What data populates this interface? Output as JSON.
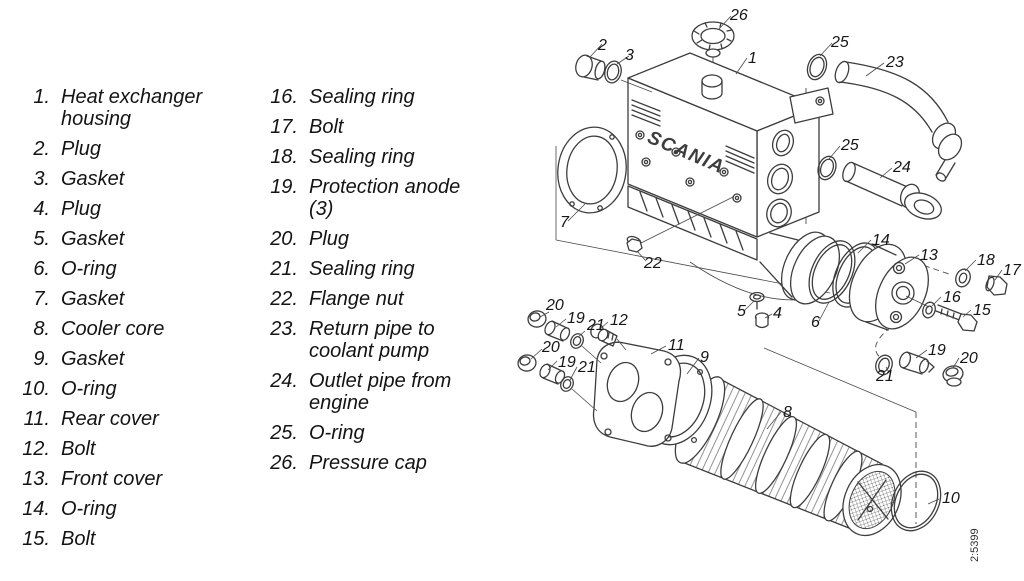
{
  "figure": {
    "brand": "SCANIA",
    "drawing_number": "2:5399"
  },
  "parts": {
    "col1": [
      {
        "n": "1.",
        "t": "Heat exchanger housing"
      },
      {
        "n": "2.",
        "t": "Plug"
      },
      {
        "n": "3.",
        "t": "Gasket"
      },
      {
        "n": "4.",
        "t": "Plug"
      },
      {
        "n": "5.",
        "t": "Gasket"
      },
      {
        "n": "6.",
        "t": "O-ring"
      },
      {
        "n": "7.",
        "t": "Gasket"
      },
      {
        "n": "8.",
        "t": "Cooler core"
      },
      {
        "n": "9.",
        "t": "Gasket"
      },
      {
        "n": "10.",
        "t": "O-ring"
      },
      {
        "n": "11.",
        "t": "Rear cover"
      },
      {
        "n": "12.",
        "t": "Bolt"
      },
      {
        "n": "13.",
        "t": "Front cover"
      },
      {
        "n": "14.",
        "t": "O-ring"
      },
      {
        "n": "15.",
        "t": "Bolt"
      }
    ],
    "col2": [
      {
        "n": "16.",
        "t": "Sealing ring"
      },
      {
        "n": "17.",
        "t": "Bolt"
      },
      {
        "n": "18.",
        "t": "Sealing ring"
      },
      {
        "n": "19.",
        "t": "Protection anode (3)"
      },
      {
        "n": "20.",
        "t": "Plug"
      },
      {
        "n": "21.",
        "t": "Sealing ring"
      },
      {
        "n": "22.",
        "t": "Flange nut"
      },
      {
        "n": "23.",
        "t": "Return pipe to coolant pump"
      },
      {
        "n": "24.",
        "t": "Outlet pipe from engine"
      },
      {
        "n": "25.",
        "t": "O-ring"
      },
      {
        "n": "26.",
        "t": "Pressure cap"
      }
    ]
  },
  "diagram": {
    "callouts": [
      "26",
      "2",
      "3",
      "1",
      "25",
      "23",
      "25",
      "24",
      "7",
      "22",
      "5",
      "4",
      "6",
      "14",
      "13",
      "18",
      "17",
      "16",
      "15",
      "19",
      "20",
      "21",
      "20",
      "19",
      "21",
      "12",
      "20",
      "19",
      "21",
      "11",
      "9",
      "8",
      "10"
    ]
  }
}
